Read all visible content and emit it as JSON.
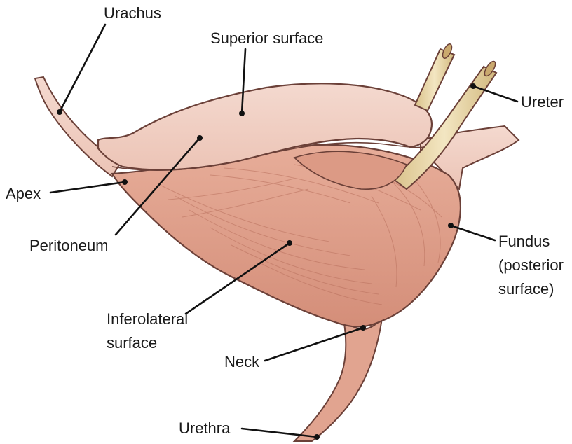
{
  "labels": {
    "urachus": "Urachus",
    "superior_surface": "Superior surface",
    "ureter": "Ureter",
    "apex": "Apex",
    "peritoneum": "Peritoneum",
    "fundus_line1": "Fundus",
    "fundus_line2": "(posterior",
    "fundus_line3": "surface)",
    "inferolateral_line1": "Inferolateral",
    "inferolateral_line2": "surface",
    "neck": "Neck",
    "urethra": "Urethra"
  },
  "colors": {
    "muscle": "#e2a38f",
    "muscle_shadow": "#c97e6b",
    "peritoneum": "#f1cfc3",
    "ureter": "#e8d6a8",
    "outline": "#6b4038"
  }
}
